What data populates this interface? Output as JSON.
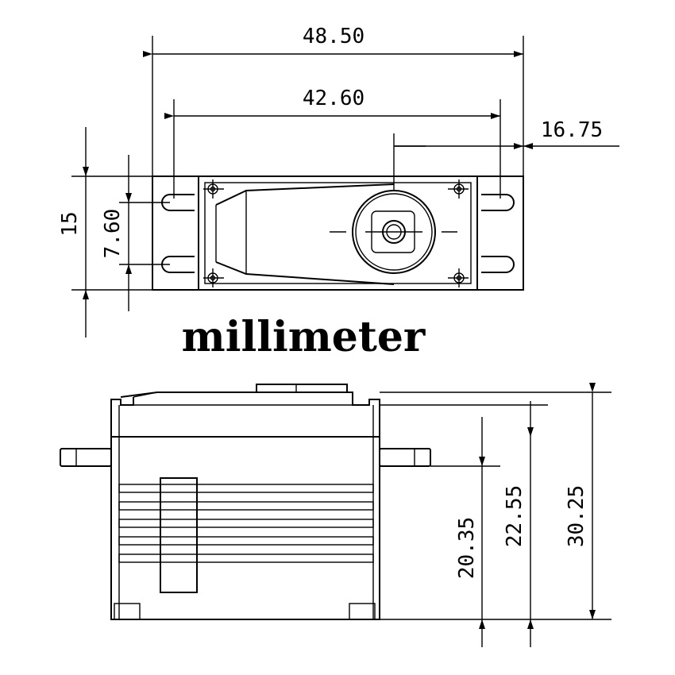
{
  "unit_label": "millimeter",
  "top_view": {
    "dims": {
      "overall_width": "48.50",
      "mount_hole_spacing": "42.60",
      "shaft_offset": "16.75",
      "body_height": "15",
      "mount_hole_vertical": "7.60"
    }
  },
  "side_view": {
    "dims": {
      "mount_height": "20.35",
      "body_top_height": "22.55",
      "overall_height": "30.25"
    }
  },
  "colors": {
    "ink": "#000000",
    "background": "#ffffff"
  }
}
